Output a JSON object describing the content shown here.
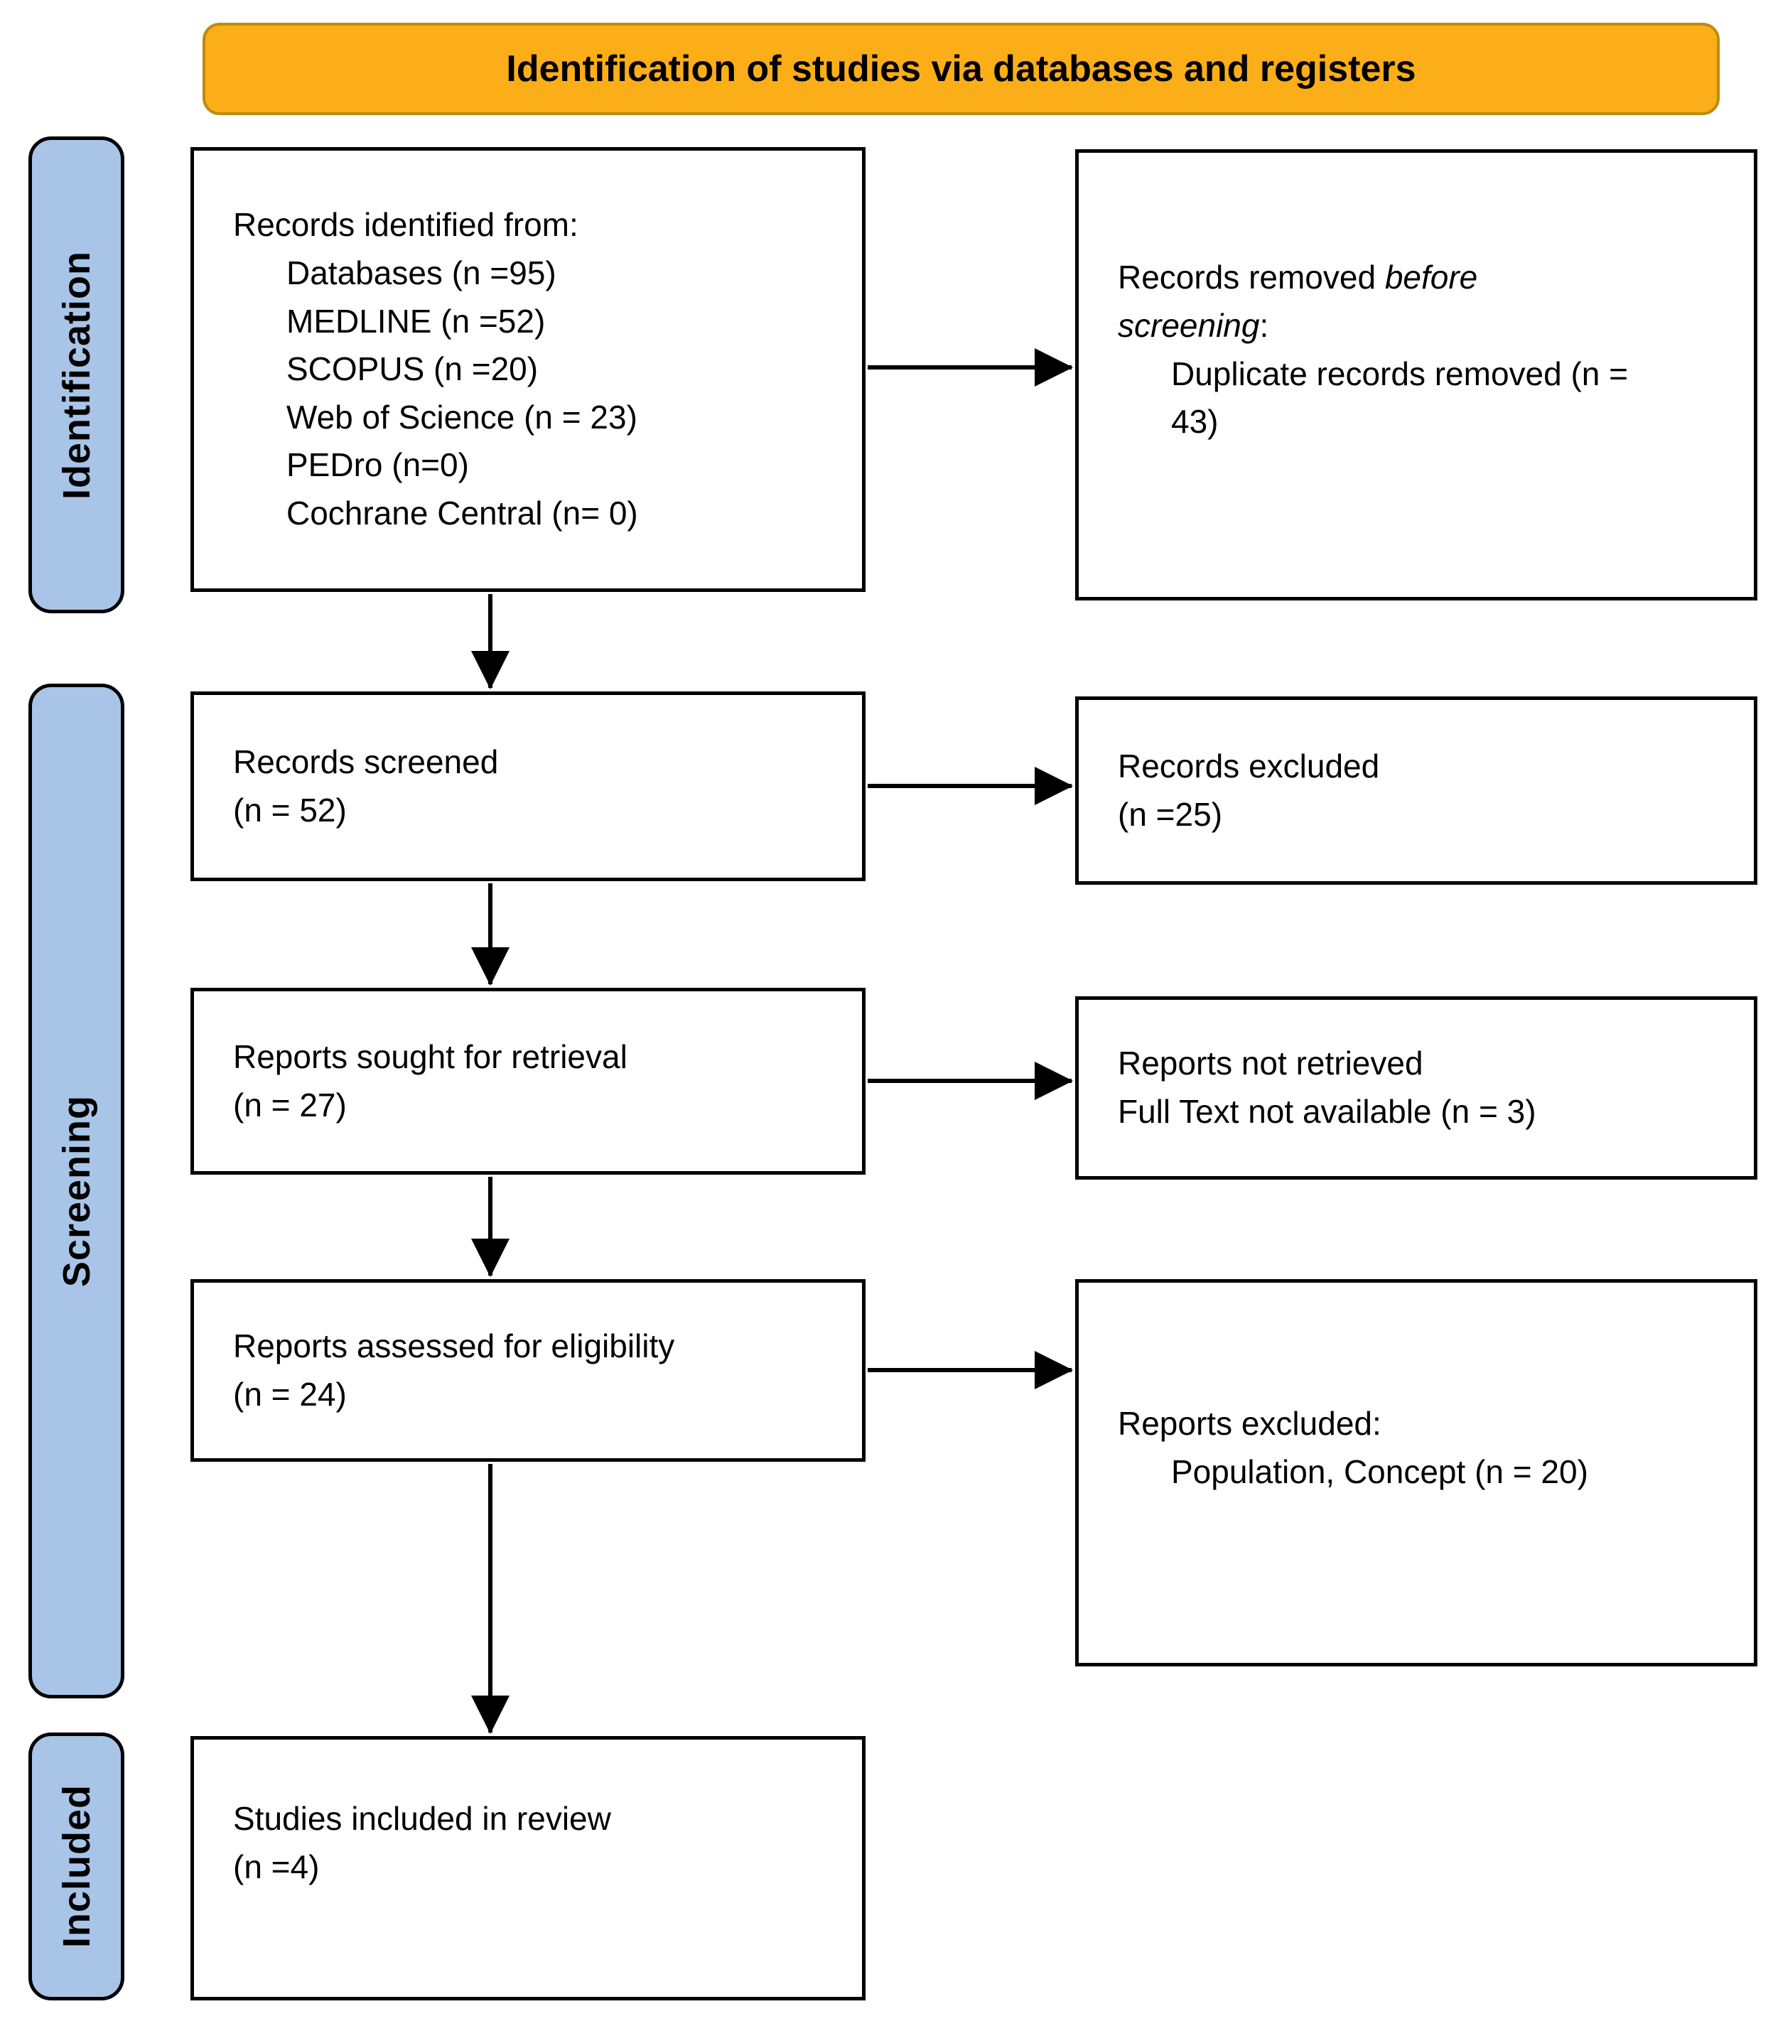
{
  "colors": {
    "banner_bg": "#FBAE17",
    "banner_border": "#BE8B0E",
    "stage_bg": "#A8C5E8"
  },
  "banner": {
    "title": "Identification of studies via databases and registers"
  },
  "stages": [
    {
      "label": "Identification"
    },
    {
      "label": "Screening"
    },
    {
      "label": "Included"
    }
  ],
  "boxes": {
    "identified": {
      "title": "Records identified from:",
      "items": [
        "Databases (n =95)",
        "MEDLINE (n =52)",
        "SCOPUS (n =20)",
        "Web of Science (n = 23)",
        "PEDro (n=0)",
        "Cochrane Central (n= 0)"
      ]
    },
    "removed": {
      "title_prefix": "Records removed ",
      "title_italic": "before screening",
      "title_suffix": ":",
      "items": [
        "Duplicate records removed (n = 43)"
      ]
    },
    "screened": {
      "lines": [
        "Records screened",
        "(n = 52)"
      ]
    },
    "records_excluded": {
      "lines": [
        "Records excluded",
        "(n =25)"
      ]
    },
    "sought": {
      "lines": [
        "Reports sought for retrieval",
        "(n = 27)"
      ]
    },
    "not_retrieved": {
      "lines": [
        "Reports not retrieved",
        "Full Text not available (n = 3)"
      ]
    },
    "assessed": {
      "lines": [
        "Reports assessed for eligibility",
        "(n = 24)"
      ]
    },
    "reports_excluded": {
      "title": "Reports excluded:",
      "items": [
        "Population, Concept (n = 20)"
      ]
    },
    "included": {
      "lines": [
        "Studies included in review",
        "(n =4)"
      ]
    }
  }
}
